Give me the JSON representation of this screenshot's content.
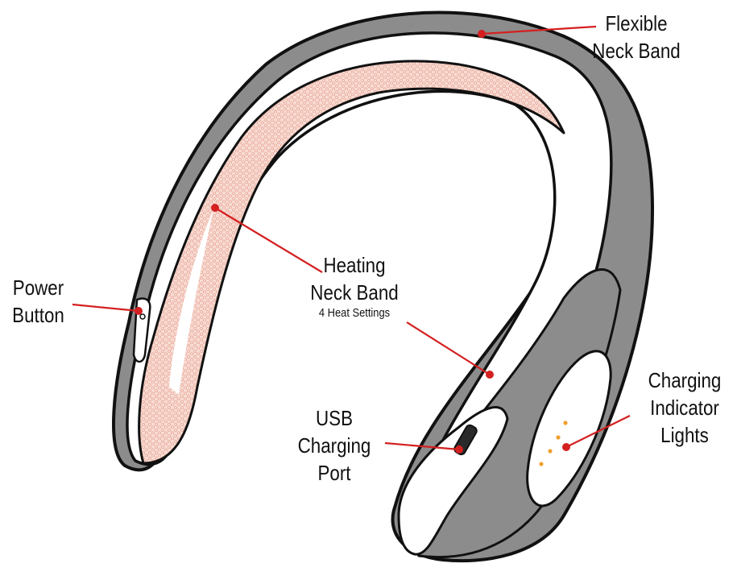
{
  "labels": {
    "flexible_neck_band": [
      "Flexible",
      "Neck Band"
    ],
    "heating_neck_band": [
      "Heating",
      "Neck Band"
    ],
    "heat_settings": "4 Heat Settings",
    "power_button": [
      "Power",
      "Button"
    ],
    "usb_charging_port": [
      "USB",
      "Charging",
      "Port"
    ],
    "charging_indicator_lights": [
      "Charging",
      "Indicator",
      "Lights"
    ]
  },
  "colors": {
    "band_gray": "#8c8c8c",
    "outline": "#111111",
    "heating_fill": "#f8dcd4",
    "heating_mesh": "#e8a898",
    "leader_line": "#d42020",
    "indicator_lights": "#f0a030"
  }
}
